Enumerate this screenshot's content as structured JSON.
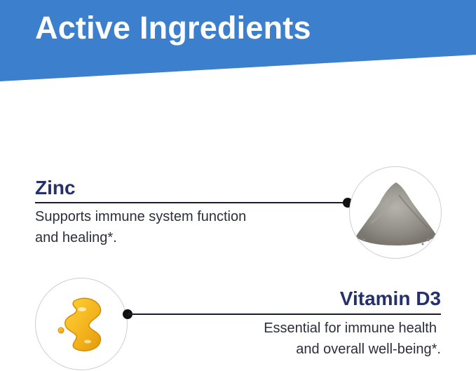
{
  "header": {
    "title": "Active Ingredients",
    "background_color": "#3b7fcd"
  },
  "ingredients": [
    {
      "name": "Zinc",
      "description_lines": [
        "Supports immune system function",
        "and healing*."
      ],
      "image_icon": "zinc-powder-icon"
    },
    {
      "name": "Vitamin D3",
      "description_lines": [
        "Essential for immune health",
        "and overall well-being*."
      ],
      "image_icon": "vitamin-d3-oil-icon"
    }
  ],
  "colors": {
    "name_text": "#26306b",
    "body_text": "#2b2f3a",
    "connector": "#111111"
  }
}
